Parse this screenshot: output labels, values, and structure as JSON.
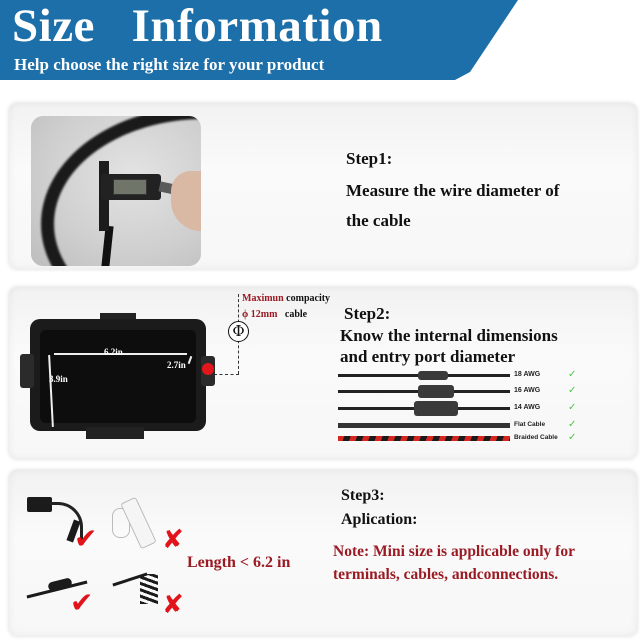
{
  "header": {
    "title": "Size   Information",
    "subtitle": "Help choose the right size for your product",
    "banner_color": "#1c6fa8"
  },
  "step1": {
    "heading": "Step1:",
    "line1": "Measure the wire diameter of",
    "line2": "the cable",
    "image": "caliper-measuring-cable-photo"
  },
  "step2": {
    "heading": "Step2:",
    "line1": "Know the internal dimensions",
    "line2": "and entry port diameter",
    "box_dimensions": {
      "length": "6.2in",
      "width": "3.9in",
      "depth": "2.7in"
    },
    "capacity_note": {
      "label_red": "Maximun",
      "label_black": "compacity",
      "diameter_red": "ϕ 12mm",
      "diameter_black": "cable",
      "symbol": "Φ"
    },
    "cable_types": [
      {
        "label": "18 AWG",
        "supported": true,
        "check": "✓"
      },
      {
        "label": "16 AWG",
        "supported": true,
        "check": "✓"
      },
      {
        "label": "14 AWG",
        "supported": true,
        "check": "✓"
      },
      {
        "label": "Flat Cable",
        "supported": true,
        "check": "✓"
      },
      {
        "label": "Braided Cable",
        "supported": true,
        "check": "✓"
      }
    ]
  },
  "step3": {
    "heading": "Step3:",
    "subheading": "Aplication:",
    "length_limit": "Length < 6.2 in",
    "note_line1": "Note: Mini size is applicable only for",
    "note_line2": "terminals, cables, andconnections.",
    "examples": [
      {
        "item": "power-adapter-cable",
        "ok": true,
        "mark": "✔"
      },
      {
        "item": "power-strip",
        "ok": false,
        "mark": "✘"
      },
      {
        "item": "inline-cable-connector",
        "ok": true,
        "mark": "✔"
      },
      {
        "item": "multi-outlet-splitter-cable",
        "ok": false,
        "mark": "✘"
      }
    ],
    "accent_red": "#9b1b24",
    "mark_red": "#e0141a"
  }
}
